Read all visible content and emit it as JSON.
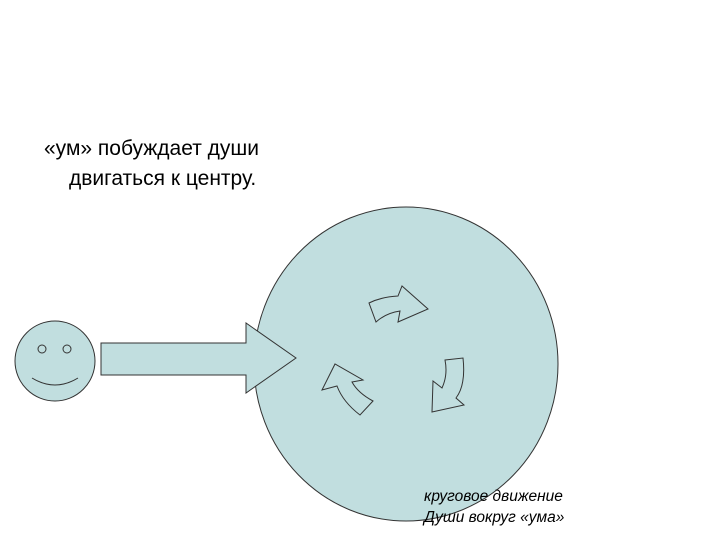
{
  "heading": {
    "line1": "«ум» побуждает души",
    "line2": "двигаться к центру."
  },
  "caption": {
    "line1": "круговое движение",
    "line2": "Души вокруг «ума»"
  },
  "colors": {
    "circle_fill": "#c1dedf",
    "stroke": "#333333",
    "background": "#ffffff"
  },
  "icons": {
    "face": "smiley-face-icon",
    "pointer": "block-arrow-right-icon",
    "rotation": "curved-arrow-icon"
  }
}
